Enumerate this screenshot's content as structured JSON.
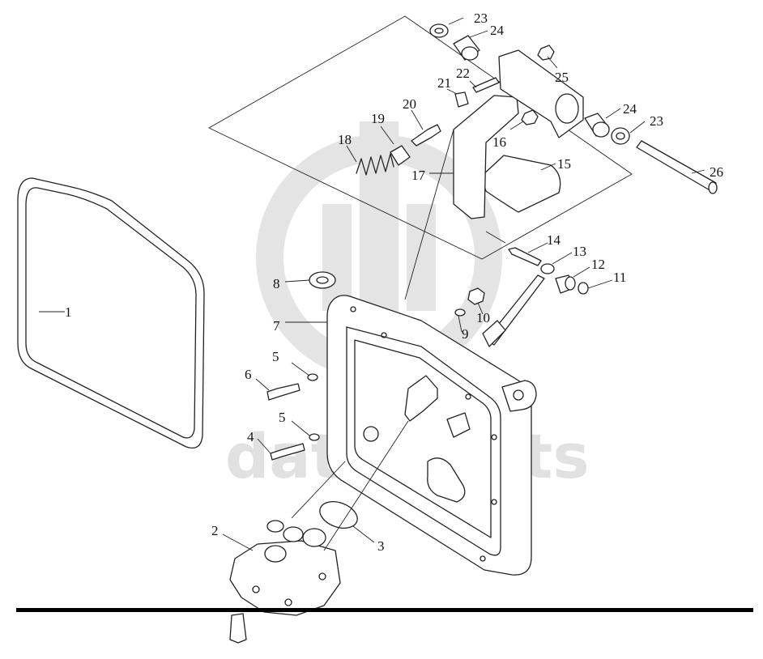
{
  "watermark": {
    "text": "data-parts",
    "logo": "db-logo-icon",
    "color": "#c9c9c9"
  },
  "callouts": [
    {
      "id": "1",
      "text": "1"
    },
    {
      "id": "2",
      "text": "2"
    },
    {
      "id": "3",
      "text": "3"
    },
    {
      "id": "4",
      "text": "4"
    },
    {
      "id": "5a",
      "text": "5"
    },
    {
      "id": "5b",
      "text": "5"
    },
    {
      "id": "6",
      "text": "6"
    },
    {
      "id": "7",
      "text": "7"
    },
    {
      "id": "8",
      "text": "8"
    },
    {
      "id": "9",
      "text": "9"
    },
    {
      "id": "10",
      "text": "10"
    },
    {
      "id": "11",
      "text": "11"
    },
    {
      "id": "12",
      "text": "12"
    },
    {
      "id": "13",
      "text": "13"
    },
    {
      "id": "14",
      "text": "14"
    },
    {
      "id": "15",
      "text": "15"
    },
    {
      "id": "16",
      "text": "16"
    },
    {
      "id": "17",
      "text": "17"
    },
    {
      "id": "18",
      "text": "18"
    },
    {
      "id": "19",
      "text": "19"
    },
    {
      "id": "20",
      "text": "20"
    },
    {
      "id": "21",
      "text": "21"
    },
    {
      "id": "22",
      "text": "22"
    },
    {
      "id": "23a",
      "text": "23"
    },
    {
      "id": "23b",
      "text": "23"
    },
    {
      "id": "24a",
      "text": "24"
    },
    {
      "id": "24b",
      "text": "24"
    },
    {
      "id": "25",
      "text": "25"
    },
    {
      "id": "26",
      "text": "26"
    }
  ]
}
